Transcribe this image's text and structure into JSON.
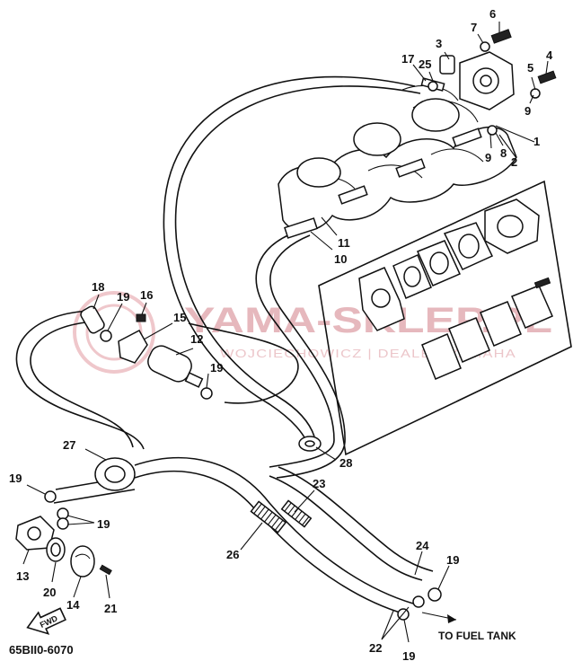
{
  "diagram": {
    "watermark": {
      "main": "YAMA-SKLEP.PL",
      "sub": "WOJCIECHOWICZ | DEALER YAMAHA"
    },
    "diagram_code": "65BII0-6070",
    "destination_label": "TO FUEL TANK",
    "direction_label": "FWD",
    "callouts": [
      {
        "id": "c1",
        "number": "1"
      },
      {
        "id": "c2",
        "number": "2"
      },
      {
        "id": "c3",
        "number": "3"
      },
      {
        "id": "c4",
        "number": "4"
      },
      {
        "id": "c5",
        "number": "5"
      },
      {
        "id": "c6",
        "number": "6"
      },
      {
        "id": "c7",
        "number": "7"
      },
      {
        "id": "c8",
        "number": "8"
      },
      {
        "id": "c9a",
        "number": "9"
      },
      {
        "id": "c9b",
        "number": "9"
      },
      {
        "id": "c10",
        "number": "10"
      },
      {
        "id": "c11",
        "number": "11"
      },
      {
        "id": "c12",
        "number": "12"
      },
      {
        "id": "c13",
        "number": "13"
      },
      {
        "id": "c14",
        "number": "14"
      },
      {
        "id": "c15",
        "number": "15"
      },
      {
        "id": "c16",
        "number": "16"
      },
      {
        "id": "c17",
        "number": "17"
      },
      {
        "id": "c18",
        "number": "18"
      },
      {
        "id": "c19a",
        "number": "19"
      },
      {
        "id": "c19b",
        "number": "19"
      },
      {
        "id": "c19c",
        "number": "19"
      },
      {
        "id": "c19d",
        "number": "19"
      },
      {
        "id": "c19e",
        "number": "19"
      },
      {
        "id": "c19f",
        "number": "19"
      },
      {
        "id": "c20",
        "number": "20"
      },
      {
        "id": "c21",
        "number": "21"
      },
      {
        "id": "c22",
        "number": "22"
      },
      {
        "id": "c23",
        "number": "23"
      },
      {
        "id": "c24",
        "number": "24"
      },
      {
        "id": "c25",
        "number": "25"
      },
      {
        "id": "c26",
        "number": "26"
      },
      {
        "id": "c27",
        "number": "27"
      },
      {
        "id": "c28",
        "number": "28"
      }
    ]
  }
}
